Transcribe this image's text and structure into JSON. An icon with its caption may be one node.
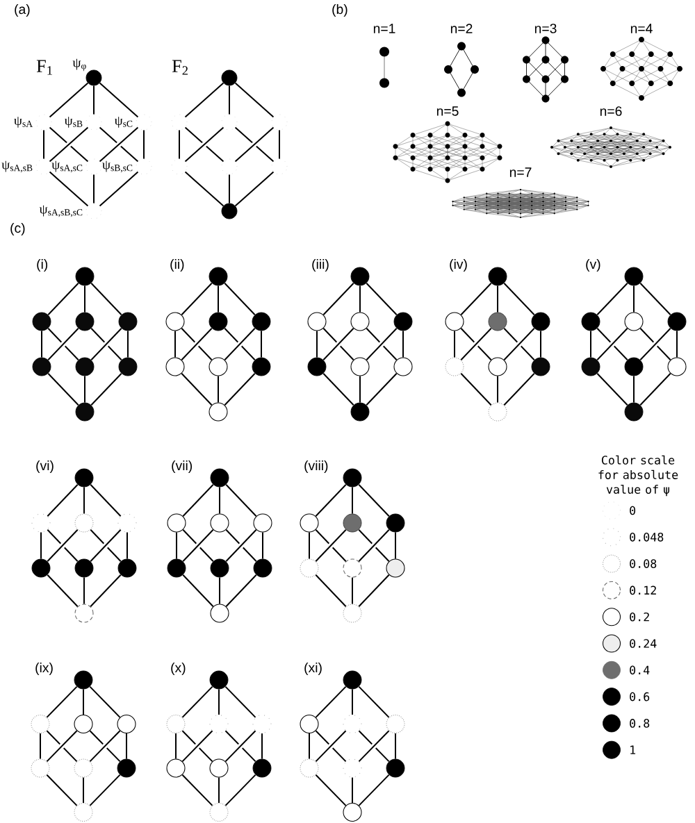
{
  "diagram": {
    "nodes": [
      {
        "text": [],
        "shape": "circle",
        "beside": [
          "ψ$_{φ}$"
        ]
      },
      {
        "text": [],
        "shape": "circle",
        "beside": [
          "ψ$_{sA}$"
        ]
      },
      {
        "text": [],
        "shape": "circle",
        "beside": [
          "ψ$_{sB}$"
        ]
      },
      {
        "text": [],
        "shape": "circle",
        "beside": [
          "ψ$_{sC}$"
        ]
      },
      {
        "text": [],
        "shape": "circle",
        "beside": [
          "ψ$_{sA,sB}$"
        ]
      },
      {
        "text": [],
        "shape": "circle",
        "beside": [
          "ψ$_{sA,sC}$"
        ]
      },
      {
        "text": [],
        "shape": "circle",
        "beside": [
          "ψ$_{sB,sC}$"
        ]
      },
      {
        "text": [],
        "shape": "circle",
        "beside": [
          "ψ$_{sA,sB,sC}$"
        ]
      },
      {
        "text": [],
        "shape": "circle"
      },
      {
        "text": [],
        "shape": "circle"
      },
      {
        "text": [],
        "shape": "circle"
      },
      {
        "text": [],
        "shape": "circle"
      },
      {
        "text": [],
        "shape": "circle"
      },
      {
        "text": [],
        "shape": "circle"
      },
      {
        "text": [],
        "shape": "circle"
      },
      {
        "text": [],
        "shape": "circle"
      },
      {
        "text": [],
        "shape": "circle"
      },
      {
        "text": [],
        "shape": "circle"
      },
      {
        "text": [],
        "shape": "circle"
      },
      {
        "text": [],
        "shape": "circle"
      },
      {
        "text": [],
        "shape": "circle"
      },
      {
        "text": [],
        "shape": "circle"
      },
      {
        "text": [],
        "shape": "circle"
      },
      {
        "text": [],
        "shape": "circle"
      },
      {
        "text": [],
        "shape": "circle"
      },
      {
        "text": [],
        "shape": "circle"
      },
      {
        "text": [],
        "shape": "circle"
      },
      {
        "text": [],
        "shape": "circle"
      },
      {
        "text": [],
        "shape": "circle"
      },
      {
        "text": [],
        "shape": "circle"
      },
      {
        "text": [],
        "shape": "circle"
      },
      {
        "text": [],
        "shape": "circle"
      },
      {
        "text": [],
        "shape": "circle"
      },
      {
        "text": [],
        "shape": "circle"
      },
      {
        "text": [],
        "shape": "circle"
      },
      {
        "text": [],
        "shape": "circle"
      },
      {
        "text": [],
        "shape": "circle"
      },
      {
        "text": [],
        "shape": "circle"
      },
      {
        "text": [],
        "shape": "circle"
      },
      {
        "text": [],
        "shape": "circle"
      },
      {
        "text": [],
        "shape": "circle"
      },
      {
        "text": [],
        "shape": "circle"
      },
      {
        "text": [],
        "shape": "circle"
      },
      {
        "text": [],
        "shape": "circle"
      },
      {
        "text": [],
        "shape": "circle"
      },
      {
        "text": [],
        "shape": "circle"
      },
      {
        "text": [],
        "shape": "circle"
      },
      {
        "text": [],
        "shape": "circle"
      },
      {
        "text": [],
        "shape": "circle"
      },
      {
        "text": [],
        "shape": "circle"
      },
      {
        "text": [],
        "shape": "circle"
      },
      {
        "text": [],
        "shape": "circle"
      },
      {
        "text": [],
        "shape": "circle"
      },
      {
        "text": [],
        "shape": "circle"
      },
      {
        "text": [],
        "shape": "circle"
      },
      {
        "text": [],
        "shape": "circle"
      },
      {
        "text": [],
        "shape": "circle"
      },
      {
        "text": [],
        "shape": "circle"
      },
      {
        "text": [],
        "shape": "circle"
      },
      {
        "text": [],
        "shape": "circle"
      },
      {
        "text": [],
        "shape": "circle"
      },
      {
        "text": [],
        "shape": "circle"
      },
      {
        "text": [],
        "shape": "circle"
      },
      {
        "text": [],
        "shape": "circle"
      },
      {
        "text": [],
        "shape": "circle"
      },
      {
        "text": [],
        "shape": "circle"
      },
      {
        "text": [],
        "shape": "circle"
      },
      {
        "text": [],
        "shape": "circle"
      },
      {
        "text": [],
        "shape": "circle"
      },
      {
        "text": [],
        "shape": "circle"
      },
      {
        "text": [],
        "shape": "circle"
      },
      {
        "text": [],
        "shape": "circle"
      },
      {
        "text": [],
        "shape": "circle"
      },
      {
        "text": [],
        "shape": "circle"
      },
      {
        "text": [],
        "shape": "circle"
      },
      {
        "text": [],
        "shape": "circle"
      },
      {
        "text": [],
        "shape": "circle"
      },
      {
        "text": [],
        "shape": "circle"
      },
      {
        "text": [],
        "shape": "circle"
      },
      {
        "text": [],
        "shape": "circle"
      },
      {
        "text": [],
        "shape": "circle"
      },
      {
        "text": [],
        "shape": "circle"
      },
      {
        "text": [],
        "shape": "circle"
      },
      {
        "text": [],
        "shape": "circle"
      },
      {
        "text": [],
        "shape": "circle"
      },
      {
        "text": [],
        "shape": "circle"
      },
      {
        "text": [],
        "shape": "circle"
      },
      {
        "text": [],
        "shape": "circle"
      },
      {
        "text": [],
        "shape": "circle"
      },
      {
        "text": [],
        "shape": "circle"
      },
      {
        "text": [],
        "shape": "circle"
      },
      {
        "text": [],
        "shape": "circle"
      },
      {
        "text": [],
        "shape": "circle"
      },
      {
        "text": [],
        "shape": "circle"
      },
      {
        "text": [],
        "shape": "circle"
      },
      {
        "text": [],
        "shape": "circle"
      },
      {
        "text": [],
        "shape": "circle"
      },
      {
        "text": [],
        "shape": "circle"
      },
      {
        "text": [],
        "shape": "circle"
      },
      {
        "text": [],
        "shape": "circle"
      },
      {
        "text": [],
        "shape": "circle"
      },
      {
        "text": [],
        "shape": "circle"
      },
      {
        "text": [],
        "shape": "circle"
      },
      {
        "text": [],
        "shape": "circle"
      }
    ],
    "edges": [
      {
        "from": 0,
        "to": 1,
        "arrow": "none"
      },
      {
        "from": 0,
        "to": 2,
        "arrow": "none"
      },
      {
        "from": 0,
        "to": 3,
        "arrow": "none"
      },
      {
        "from": 1,
        "to": 4,
        "arrow": "none"
      },
      {
        "from": 1,
        "to": 5,
        "arrow": "none"
      },
      {
        "from": 2,
        "to": 4,
        "arrow": "none"
      },
      {
        "from": 2,
        "to": 6,
        "arrow": "none"
      },
      {
        "from": 3,
        "to": 5,
        "arrow": "none"
      },
      {
        "from": 3,
        "to": 6,
        "arrow": "none"
      },
      {
        "from": 4,
        "to": 7,
        "arrow": "none"
      },
      {
        "from": 5,
        "to": 7,
        "arrow": "none"
      },
      {
        "from": 6,
        "to": 7,
        "arrow": "none"
      },
      {
        "from": 8,
        "to": 9,
        "arrow": "none"
      },
      {
        "from": 8,
        "to": 10,
        "arrow": "none"
      },
      {
        "from": 8,
        "to": 11,
        "arrow": "none"
      },
      {
        "from": 9,
        "to": 12,
        "arrow": "none"
      },
      {
        "from": 9,
        "to": 13,
        "arrow": "none"
      },
      {
        "from": 10,
        "to": 12,
        "arrow": "none"
      },
      {
        "from": 10,
        "to": 14,
        "arrow": "none"
      },
      {
        "from": 11,
        "to": 13,
        "arrow": "none"
      },
      {
        "from": 11,
        "to": 14,
        "arrow": "none"
      },
      {
        "from": 12,
        "to": 15,
        "arrow": "none"
      },
      {
        "from": 13,
        "to": 15,
        "arrow": "none"
      },
      {
        "from": 14,
        "to": 15,
        "arrow": "none"
      },
      {
        "from": 16,
        "to": 17,
        "arrow": "none"
      },
      {
        "from": 16,
        "to": 18,
        "arrow": "none"
      },
      {
        "from": 16,
        "to": 19,
        "arrow": "none"
      },
      {
        "from": 17,
        "to": 20,
        "arrow": "none"
      },
      {
        "from": 17,
        "to": 21,
        "arrow": "none"
      },
      {
        "from": 18,
        "to": 20,
        "arrow": "none"
      },
      {
        "from": 18,
        "to": 22,
        "arrow": "none"
      },
      {
        "from": 19,
        "to": 21,
        "arrow": "none"
      },
      {
        "from": 19,
        "to": 22,
        "arrow": "none"
      },
      {
        "from": 20,
        "to": 23,
        "arrow": "none"
      },
      {
        "from": 21,
        "to": 23,
        "arrow": "none"
      },
      {
        "from": 22,
        "to": 23,
        "arrow": "none"
      },
      {
        "from": 24,
        "to": 25,
        "arrow": "none"
      },
      {
        "from": 24,
        "to": 26,
        "arrow": "none"
      },
      {
        "from": 24,
        "to": 27,
        "arrow": "none"
      },
      {
        "from": 25,
        "to": 28,
        "arrow": "none"
      },
      {
        "from": 25,
        "to": 29,
        "arrow": "none"
      },
      {
        "from": 26,
        "to": 28,
        "arrow": "none"
      },
      {
        "from": 26,
        "to": 30,
        "arrow": "none"
      },
      {
        "from": 27,
        "to": 29,
        "arrow": "none"
      },
      {
        "from": 27,
        "to": 30,
        "arrow": "none"
      },
      {
        "from": 28,
        "to": 31,
        "arrow": "none"
      },
      {
        "from": 29,
        "to": 31,
        "arrow": "none"
      },
      {
        "from": 30,
        "to": 31,
        "arrow": "none"
      },
      {
        "from": 32,
        "to": 33,
        "arrow": "none"
      },
      {
        "from": 32,
        "to": 34,
        "arrow": "none"
      },
      {
        "from": 32,
        "to": 35,
        "arrow": "none"
      },
      {
        "from": 33,
        "to": 36,
        "arrow": "none"
      },
      {
        "from": 33,
        "to": 37,
        "arrow": "none"
      },
      {
        "from": 34,
        "to": 36,
        "arrow": "none"
      },
      {
        "from": 34,
        "to": 38,
        "arrow": "none"
      },
      {
        "from": 35,
        "to": 37,
        "arrow": "none"
      },
      {
        "from": 35,
        "to": 38,
        "arrow": "none"
      },
      {
        "from": 36,
        "to": 39,
        "arrow": "none"
      },
      {
        "from": 37,
        "to": 39,
        "arrow": "none"
      },
      {
        "from": 38,
        "to": 39,
        "arrow": "none"
      },
      {
        "from": 40,
        "to": 41,
        "arrow": "none"
      },
      {
        "from": 40,
        "to": 42,
        "arrow": "none"
      },
      {
        "from": 40,
        "to": 43,
        "arrow": "none"
      },
      {
        "from": 41,
        "to": 44,
        "arrow": "none"
      },
      {
        "from": 41,
        "to": 45,
        "arrow": "none"
      },
      {
        "from": 42,
        "to": 44,
        "arrow": "none"
      },
      {
        "from": 42,
        "to": 46,
        "arrow": "none"
      },
      {
        "from": 43,
        "to": 45,
        "arrow": "none"
      },
      {
        "from": 43,
        "to": 46,
        "arrow": "none"
      },
      {
        "from": 44,
        "to": 47,
        "arrow": "none"
      },
      {
        "from": 45,
        "to": 47,
        "arrow": "none"
      },
      {
        "from": 46,
        "to": 47,
        "arrow": "none"
      },
      {
        "from": 48,
        "to": 49,
        "arrow": "none"
      },
      {
        "from": 48,
        "to": 50,
        "arrow": "none"
      },
      {
        "from": 48,
        "to": 51,
        "arrow": "none"
      },
      {
        "from": 49,
        "to": 52,
        "arrow": "none"
      },
      {
        "from": 49,
        "to": 53,
        "arrow": "none"
      },
      {
        "from": 50,
        "to": 52,
        "arrow": "none"
      },
      {
        "from": 50,
        "to": 54,
        "arrow": "none"
      },
      {
        "from": 51,
        "to": 53,
        "arrow": "none"
      },
      {
        "from": 51,
        "to": 54,
        "arrow": "none"
      },
      {
        "from": 52,
        "to": 55,
        "arrow": "none"
      },
      {
        "from": 53,
        "to": 55,
        "arrow": "none"
      },
      {
        "from": 54,
        "to": 55,
        "arrow": "none"
      },
      {
        "from": 56,
        "to": 57,
        "arrow": "none"
      },
      {
        "from": 56,
        "to": 58,
        "arrow": "none"
      },
      {
        "from": 56,
        "to": 59,
        "arrow": "none"
      },
      {
        "from": 57,
        "to": 60,
        "arrow": "none"
      },
      {
        "from": 57,
        "to": 61,
        "arrow": "none"
      },
      {
        "from": 58,
        "to": 60,
        "arrow": "none"
      },
      {
        "from": 58,
        "to": 62,
        "arrow": "none"
      },
      {
        "from": 59,
        "to": 61,
        "arrow": "none"
      },
      {
        "from": 59,
        "to": 62,
        "arrow": "none"
      },
      {
        "from": 60,
        "to": 63,
        "arrow": "none"
      },
      {
        "from": 61,
        "to": 63,
        "arrow": "none"
      },
      {
        "from": 62,
        "to": 63,
        "arrow": "none"
      },
      {
        "from": 64,
        "to": 65,
        "arrow": "none"
      },
      {
        "from": 64,
        "to": 66,
        "arrow": "none"
      },
      {
        "from": 64,
        "to": 67,
        "arrow": "none"
      },
      {
        "from": 65,
        "to": 68,
        "arrow": "none"
      },
      {
        "from": 65,
        "to": 69,
        "arrow": "none"
      },
      {
        "from": 66,
        "to": 68,
        "arrow": "none"
      },
      {
        "from": 66,
        "to": 70,
        "arrow": "none"
      },
      {
        "from": 67,
        "to": 69,
        "arrow": "none"
      },
      {
        "from": 67,
        "to": 70,
        "arrow": "none"
      },
      {
        "from": 68,
        "to": 71,
        "arrow": "none"
      },
      {
        "from": 69,
        "to": 71,
        "arrow": "none"
      },
      {
        "from": 70,
        "to": 71,
        "arrow": "none"
      },
      {
        "from": 72,
        "to": 73,
        "arrow": "none"
      },
      {
        "from": 72,
        "to": 74,
        "arrow": "none"
      },
      {
        "from": 72,
        "to": 75,
        "arrow": "none"
      },
      {
        "from": 73,
        "to": 76,
        "arrow": "none"
      },
      {
        "from": 73,
        "to": 77,
        "arrow": "none"
      },
      {
        "from": 74,
        "to": 76,
        "arrow": "none"
      },
      {
        "from": 74,
        "to": 78,
        "arrow": "none"
      },
      {
        "from": 75,
        "to": 77,
        "arrow": "none"
      },
      {
        "from": 75,
        "to": 78,
        "arrow": "none"
      },
      {
        "from": 76,
        "to": 79,
        "arrow": "none"
      },
      {
        "from": 77,
        "to": 79,
        "arrow": "none"
      },
      {
        "from": 78,
        "to": 79,
        "arrow": "none"
      },
      {
        "from": 80,
        "to": 81,
        "arrow": "none"
      },
      {
        "from": 80,
        "to": 82,
        "arrow": "none"
      },
      {
        "from": 80,
        "to": 83,
        "arrow": "none"
      },
      {
        "from": 81,
        "to": 84,
        "arrow": "none"
      },
      {
        "from": 81,
        "to": 85,
        "arrow": "none"
      },
      {
        "from": 82,
        "to": 84,
        "arrow": "none"
      },
      {
        "from": 82,
        "to": 86,
        "arrow": "none"
      },
      {
        "from": 83,
        "to": 85,
        "arrow": "none"
      },
      {
        "from": 83,
        "to": 86,
        "arrow": "none"
      },
      {
        "from": 84,
        "to": 87,
        "arrow": "none"
      },
      {
        "from": 85,
        "to": 87,
        "arrow": "none"
      },
      {
        "from": 86,
        "to": 87,
        "arrow": "none"
      },
      {
        "from": 88,
        "to": 89,
        "arrow": "none"
      },
      {
        "from": 88,
        "to": 90,
        "arrow": "none"
      },
      {
        "from": 88,
        "to": 91,
        "arrow": "none"
      },
      {
        "from": 89,
        "to": 92,
        "arrow": "none"
      },
      {
        "from": 89,
        "to": 93,
        "arrow": "none"
      },
      {
        "from": 90,
        "to": 92,
        "arrow": "none"
      },
      {
        "from": 90,
        "to": 94,
        "arrow": "none"
      },
      {
        "from": 91,
        "to": 93,
        "arrow": "none"
      },
      {
        "from": 91,
        "to": 94,
        "arrow": "none"
      },
      {
        "from": 92,
        "to": 95,
        "arrow": "none"
      },
      {
        "from": 93,
        "to": 95,
        "arrow": "none"
      },
      {
        "from": 94,
        "to": 95,
        "arrow": "none"
      },
      {
        "from": 96,
        "to": 97,
        "arrow": "none"
      },
      {
        "from": 96,
        "to": 98,
        "arrow": "none"
      },
      {
        "from": 96,
        "to": 99,
        "arrow": "none"
      },
      {
        "from": 97,
        "to": 100,
        "arrow": "none"
      },
      {
        "from": 97,
        "to": 101,
        "arrow": "none"
      },
      {
        "from": 98,
        "to": 100,
        "arrow": "none"
      },
      {
        "from": 98,
        "to": 102,
        "arrow": "none"
      },
      {
        "from": 99,
        "to": 101,
        "arrow": "none"
      },
      {
        "from": 99,
        "to": 102,
        "arrow": "none"
      },
      {
        "from": 100,
        "to": 103,
        "arrow": "none"
      },
      {
        "from": 101,
        "to": 103,
        "arrow": "none"
      },
      {
        "from": 102,
        "to": 103,
        "arrow": "none"
      }
    ],
    "labels": [
      "(a)",
      "(b)",
      "F$_{1}$",
      "F$_{2}$",
      "n=1",
      "n=2",
      "n=3",
      "n=4",
      "n=5",
      "n=6",
      "n=7",
      "(c)",
      "(i)",
      "(ii)",
      "(iii)",
      "(iv)",
      "(v)",
      "Color scale for absolute value of ψ",
      "(vi)",
      "(vii)",
      "(viii)",
      "(ix)",
      "(x)",
      "(xi)"
    ],
    "legend": [
      {
        "text": "0"
      },
      {
        "text": "0.048"
      },
      {
        "text": "0.08"
      },
      {
        "text": "0.12"
      },
      {
        "text": "0.2"
      },
      {
        "text": "0.24"
      },
      {
        "text": "0.4",
        "color": "#6e6e6e"
      },
      {
        "text": "0.6",
        "color": "#000000"
      },
      {
        "text": "0.8",
        "color": "#000000"
      },
      {
        "text": "1",
        "color": "#000000"
      }
    ]
  }
}
